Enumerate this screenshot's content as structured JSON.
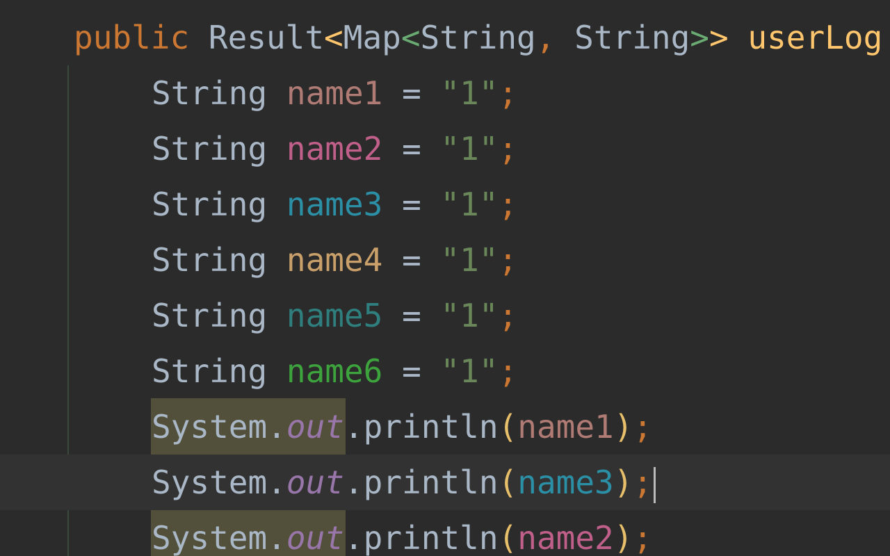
{
  "editor": {
    "signature": {
      "modifier": "public",
      "return_type": "Result",
      "open_angle": "<",
      "inner_type": "Map",
      "open_angle2": "<",
      "type_arg1": "String",
      "comma": ",",
      "type_arg2": "String",
      "close_angles_inner": ">",
      "close_angles_outer": ">",
      "method_name": "userLog"
    },
    "declarations": [
      {
        "type": "String",
        "name": "name1",
        "op": "=",
        "value": "\"1\"",
        "end": ";"
      },
      {
        "type": "String",
        "name": "name2",
        "op": "=",
        "value": "\"1\"",
        "end": ";"
      },
      {
        "type": "String",
        "name": "name3",
        "op": "=",
        "value": "\"1\"",
        "end": ";"
      },
      {
        "type": "String",
        "name": "name4",
        "op": "=",
        "value": "\"1\"",
        "end": ";"
      },
      {
        "type": "String",
        "name": "name5",
        "op": "=",
        "value": "\"1\"",
        "end": ";"
      },
      {
        "type": "String",
        "name": "name6",
        "op": "=",
        "value": "\"1\"",
        "end": ";"
      }
    ],
    "prints": [
      {
        "cls": "System",
        "dot1": ".",
        "field": "out",
        "dot2": ".",
        "method": "println",
        "open": "(",
        "arg": "name1",
        "close": ")",
        "end": ";"
      },
      {
        "cls": "System",
        "dot1": ".",
        "field": "out",
        "dot2": ".",
        "method": "println",
        "open": "(",
        "arg": "name3",
        "close": ")",
        "end": ";"
      },
      {
        "cls": "System",
        "dot1": ".",
        "field": "out",
        "dot2": ".",
        "method": "println",
        "open": "(",
        "arg": "name2",
        "close": ")",
        "end": ";"
      }
    ]
  },
  "colors": {
    "background": "#2b2b2b",
    "current_line": "#323232",
    "keyword": "#cc7832",
    "string": "#6a8759",
    "identifier_highlight": "#52503a"
  }
}
